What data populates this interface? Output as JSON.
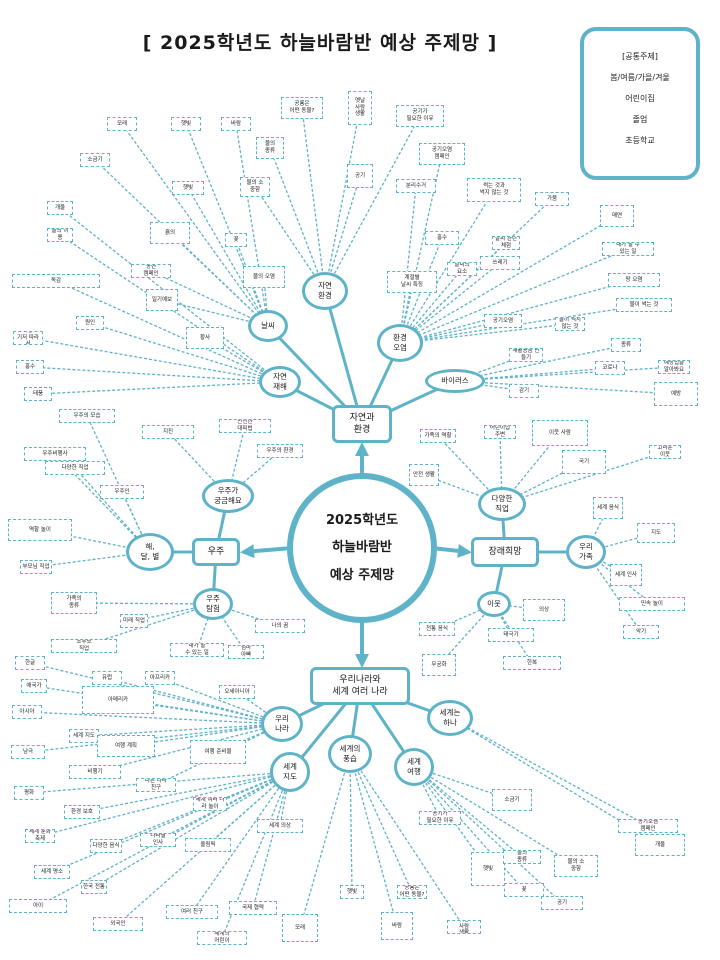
{
  "title": "[ 2025학년도 하늘바람반 예상 주제망 ]",
  "legend": {
    "header": "[공통주제]",
    "items": [
      "봄/여름/가을/겨울",
      "어린이집",
      "졸업",
      "초등학교"
    ]
  },
  "center": {
    "line1": "2025학년도",
    "line2": "하늘바람반",
    "line3": "예상 주제망"
  },
  "main_topics": [
    "자연과\n환경",
    "우주",
    "장래희망",
    "우리나라와\n세계 여러 나라"
  ],
  "sub_topics": [
    "자연\n환경",
    "환경\n오염",
    "바이러스",
    "날씨",
    "자연\n재해",
    "우주가\n궁금해요",
    "해,\n달, 별",
    "우주\n탐험",
    "다양한\n직업",
    "우리\n가족",
    "이웃",
    "우리\n나라",
    "세계\n지도",
    "세계의\n풍습",
    "세계\n여행",
    "세계는\n하나"
  ],
  "leaf_boxes": [
    "모래",
    "햇빛",
    "바람",
    "공룡은\n어떤 동물?",
    "옛날\n사람\n생활",
    "공기가\n필요한 이유",
    "소금기",
    "햇빛",
    "물의\n종류",
    "꽃",
    "물의 소\n중함",
    "공기",
    "공기오염\n캠페인",
    "개울",
    "흙의",
    "물의 이\n용",
    "분리수거",
    "썩는 것과\n썩지 않는 것",
    "가뭄",
    "날씨 관련\n체험",
    "홍수",
    "쓰레기",
    "매연",
    "공기오염",
    "공연\n캠페인",
    "물의 오염",
    "일기예보",
    "계절별\n날씨 특징",
    "날씨의\n요소",
    "내가 할 수\n있는 일",
    "땅 오염",
    "물이 썩는 것",
    "물이 썩지 않는 것",
    "재활용품 만들기",
    "종류",
    "코로나",
    "감기",
    "예방",
    "예방법을\n알아봐요",
    "독감",
    "원인",
    "예방\n기저 따라서",
    "홍수",
    "태풍",
    "황사",
    "지진",
    "안전한\n대피법",
    "우주의 환경",
    "우주의 모습",
    "우주비행사",
    "우주인",
    "다양한 직업",
    "역할 놀이",
    "부모님 직업",
    "미래 직업",
    "내가 할\n수 있는 일",
    "나의 꿈",
    "엄마\n아빠",
    "가족의\n종류",
    "조부모\n직업",
    "가족의 역할",
    "어린이집\n주변",
    "이웃 사람",
    "고마운\n이웃",
    "안전 생활",
    "국기",
    "지도",
    "세계 음식",
    "세계 인사",
    "민속 놀이",
    "악기",
    "의상",
    "전통 음식",
    "태극기",
    "무궁화",
    "한복",
    "한글",
    "애국가",
    "아시아",
    "유럽",
    "아프리카",
    "아메리카",
    "오세아니아",
    "남극",
    "세계 지도",
    "여행 계획",
    "비행기",
    "여행 준비물",
    "다른 나라\n친구",
    "평화",
    "환경 보호",
    "세계 여러 나라 놀이",
    "세계 문화 축제",
    "다양한 음식",
    "나라별\n인사",
    "올림픽",
    "세계 의상",
    "세계 명소",
    "한국 전통",
    "아이",
    "외국인",
    "여러 친구",
    "국제 협력",
    "세계의\n어린이"
  ]
}
